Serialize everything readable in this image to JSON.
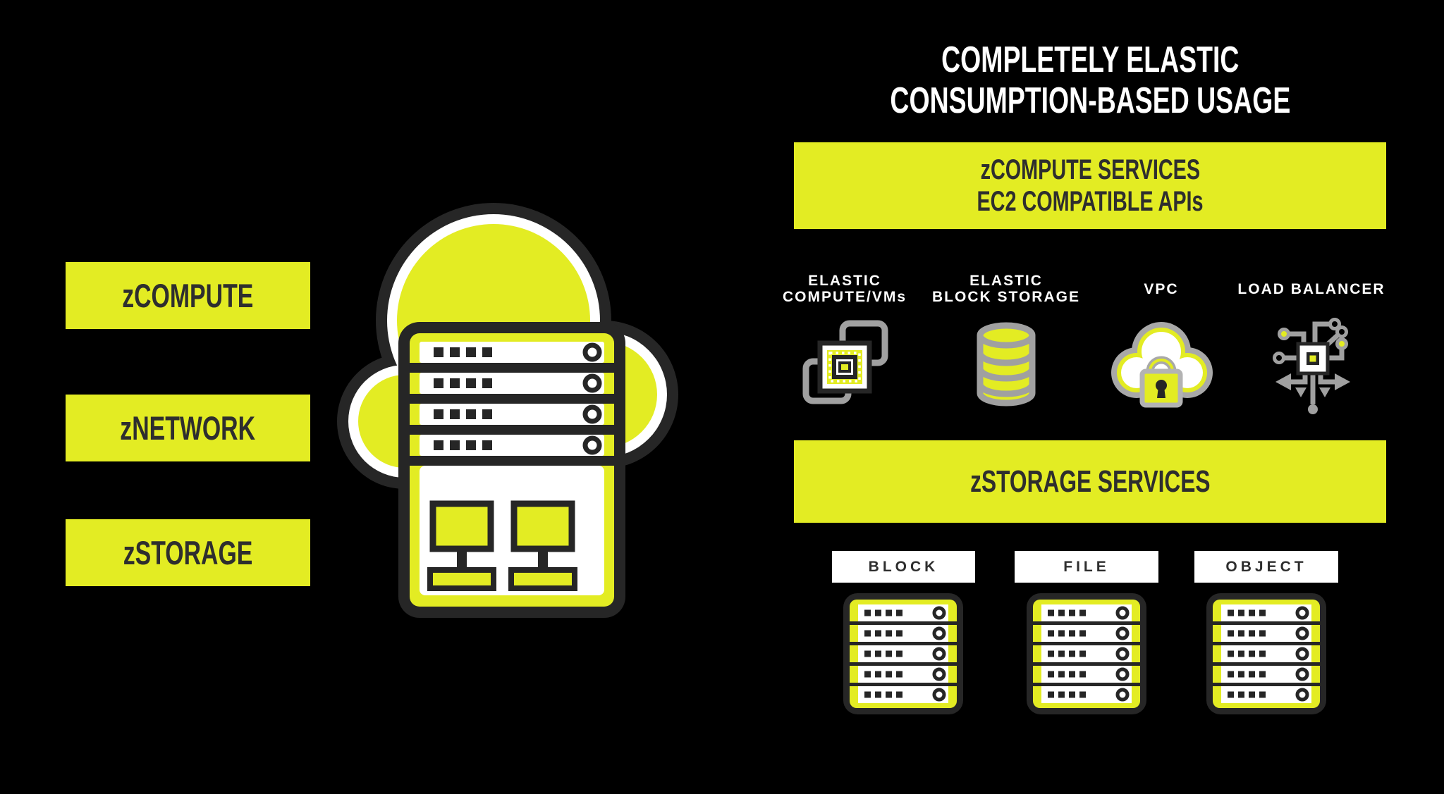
{
  "colors": {
    "background": "#000000",
    "brand_yellow": "#e3ec23",
    "outline_dark": "#262626",
    "icon_gray": "#a0a0a0",
    "text_dark": "#2e2e2e",
    "white": "#ffffff"
  },
  "title": {
    "line1": "COMPLETELY ELASTIC",
    "line2": "CONSUMPTION-BASED USAGE"
  },
  "left_panel": {
    "items": [
      {
        "label": "zCOMPUTE"
      },
      {
        "label": "zNETWORK"
      },
      {
        "label": "zSTORAGE"
      }
    ]
  },
  "compute_banner": {
    "line1": "zCOMPUTE SERVICES",
    "line2": "EC2 COMPATIBLE APIs"
  },
  "services": [
    {
      "name": "elastic-compute-vms",
      "label_line1": "ELASTIC",
      "label_line2": "COMPUTE/VMs"
    },
    {
      "name": "elastic-block-storage",
      "label_line1": "ELASTIC",
      "label_line2": "BLOCK STORAGE"
    },
    {
      "name": "vpc",
      "label_line1": "VPC",
      "label_line2": ""
    },
    {
      "name": "load-balancer",
      "label_line1": "LOAD BALANCER",
      "label_line2": ""
    }
  ],
  "storage_banner": {
    "label": "zSTORAGE SERVICES"
  },
  "storage_columns": [
    {
      "label": "BLOCK"
    },
    {
      "label": "FILE"
    },
    {
      "label": "OBJECT"
    }
  ]
}
